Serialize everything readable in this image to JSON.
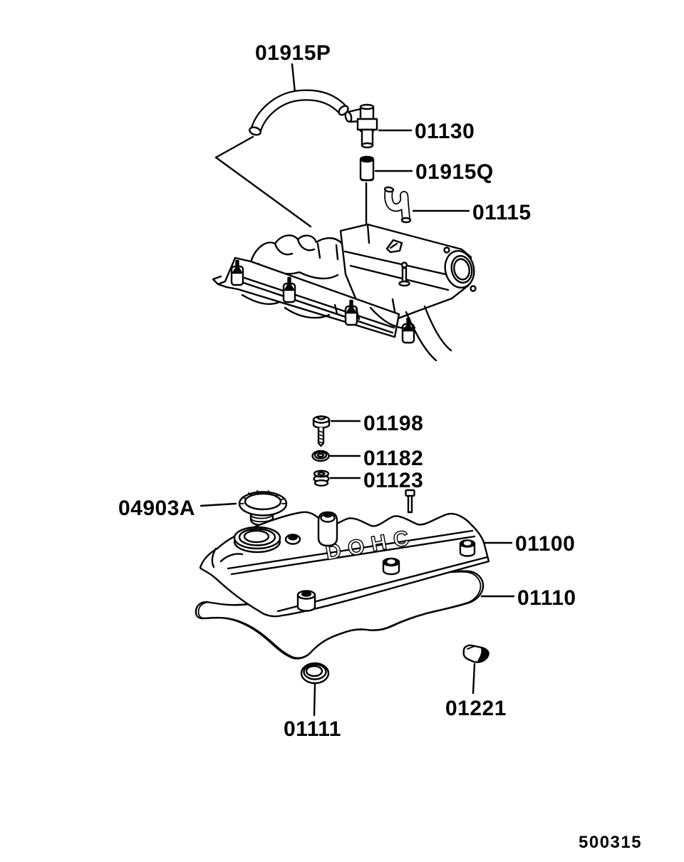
{
  "diagram": {
    "background_color": "#ffffff",
    "line_color": "#000000",
    "drawing_number": "500315",
    "cover_marking": "DOHC",
    "part_labels": [
      {
        "code": "01915P"
      },
      {
        "code": "01130"
      },
      {
        "code": "01915Q"
      },
      {
        "code": "01115"
      },
      {
        "code": "01198"
      },
      {
        "code": "01182"
      },
      {
        "code": "01123"
      },
      {
        "code": "04903A"
      },
      {
        "code": "01100"
      },
      {
        "code": "01110"
      },
      {
        "code": "01111"
      },
      {
        "code": "01221"
      }
    ]
  }
}
